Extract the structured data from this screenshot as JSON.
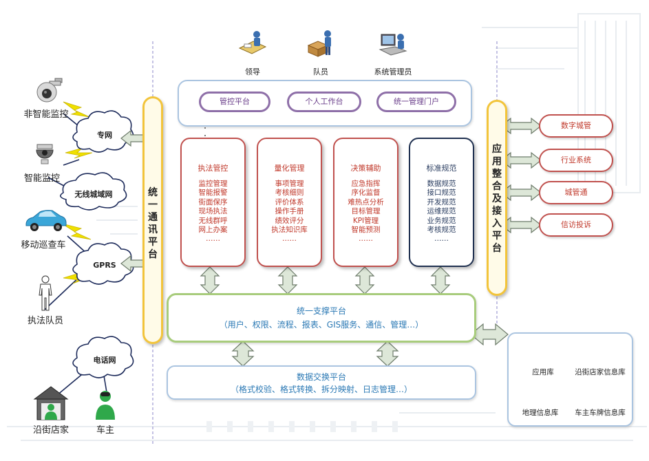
{
  "roles": [
    {
      "label": "领导",
      "icon": "leader-desk-icon"
    },
    {
      "label": "队员",
      "icon": "team-member-icon"
    },
    {
      "label": "系统管理员",
      "icon": "admin-computer-icon"
    }
  ],
  "portals": [
    "管控平台",
    "个人工作台",
    "统一管理门户"
  ],
  "modules": [
    {
      "title": "执法管控",
      "items": [
        "监控管理",
        "智能报警",
        "街面保序",
        "现场执法",
        "无线群呼",
        "网上办案",
        "……"
      ]
    },
    {
      "title": "量化管理",
      "items": [
        "事项管理",
        "考核细则",
        "评价体系",
        "操作手册",
        "绩效评分",
        "执法知识库",
        "……"
      ]
    },
    {
      "title": "决策辅助",
      "items": [
        "应急指挥",
        "序化监督",
        "难热点分析",
        "目标管理",
        "KPI管理",
        "智能预测",
        "……"
      ]
    },
    {
      "title": "标准规范",
      "items": [
        "数据规范",
        "接口规范",
        "开发规范",
        "运维规范",
        "业务规范",
        "考核规范",
        "……"
      ]
    }
  ],
  "support_platform": {
    "title": "统一支撑平台",
    "subtitle": "（用户、权限、流程、报表、GIS服务、通信、管理…）"
  },
  "exchange_platform": {
    "title": "数据交换平台",
    "subtitle": "（格式校验、格式转换、拆分映射、日志管理…）"
  },
  "comm_platform": "统一通讯平台",
  "integration_platform": "应用整合及接入平台",
  "external_systems": [
    "数字城管",
    "行业系统",
    "城管通",
    "信访投诉"
  ],
  "databases": [
    "应用库",
    "沿街店家信息库",
    "地理信息库",
    "车主车牌信息库"
  ],
  "devices": [
    {
      "label": "非智能监控",
      "icon": "dome-camera-icon"
    },
    {
      "label": "智能监控",
      "icon": "smart-camera-icon"
    },
    {
      "label": "移动巡查车",
      "icon": "patrol-car-icon"
    },
    {
      "label": "执法队员",
      "icon": "officer-icon"
    },
    {
      "label": "沿街店家",
      "icon": "shop-icon"
    },
    {
      "label": "车主",
      "icon": "car-owner-icon"
    }
  ],
  "networks": [
    "专网",
    "无线城域网",
    "GPRS",
    "电话网"
  ],
  "colors": {
    "accent_red": "#c0504d",
    "platform_yellow": "#f2c43b",
    "support_green": "#a8cc7c",
    "panel_blue": "#aac4e0",
    "db_purple": "#9b7ab8"
  }
}
